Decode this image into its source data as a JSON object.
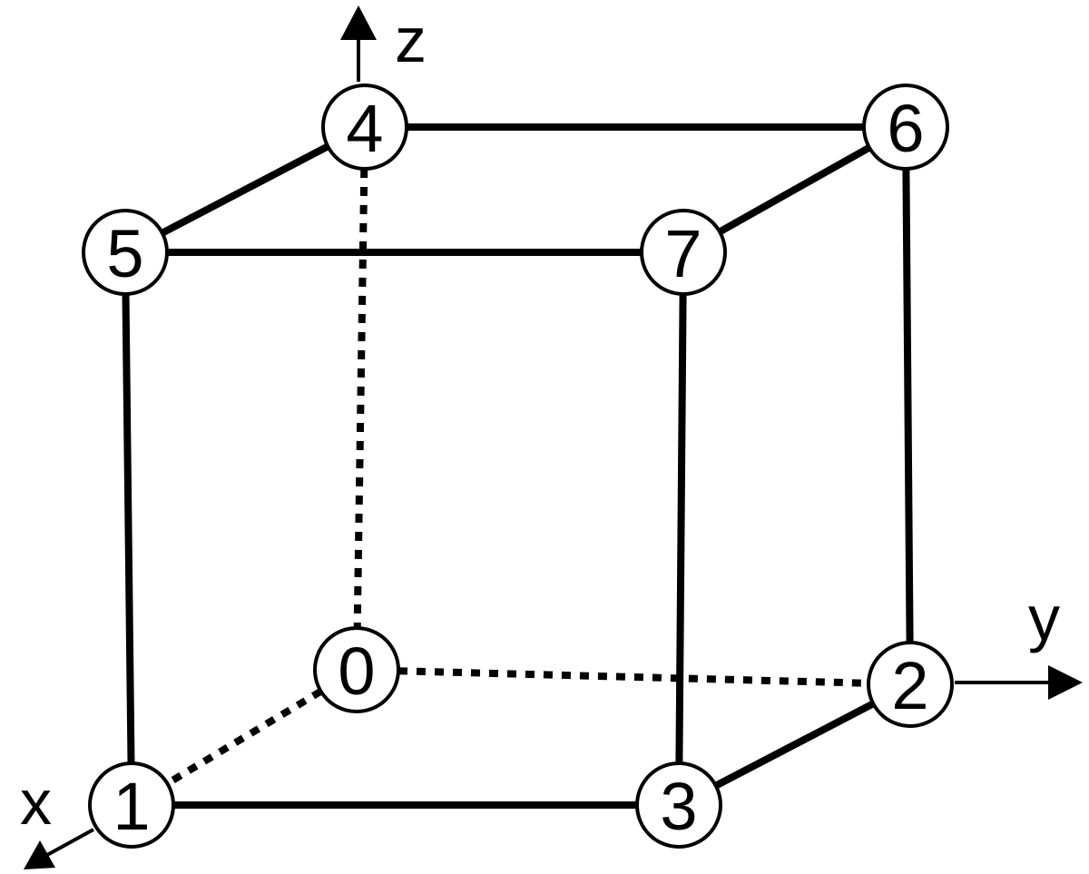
{
  "diagram": {
    "nodes": [
      {
        "id": "0",
        "label": "0"
      },
      {
        "id": "1",
        "label": "1"
      },
      {
        "id": "2",
        "label": "2"
      },
      {
        "id": "3",
        "label": "3"
      },
      {
        "id": "4",
        "label": "4"
      },
      {
        "id": "5",
        "label": "5"
      },
      {
        "id": "6",
        "label": "6"
      },
      {
        "id": "7",
        "label": "7"
      }
    ],
    "edges": [
      {
        "from": "5",
        "to": "4",
        "style": "solid"
      },
      {
        "from": "4",
        "to": "6",
        "style": "solid"
      },
      {
        "from": "5",
        "to": "7",
        "style": "solid"
      },
      {
        "from": "7",
        "to": "6",
        "style": "solid"
      },
      {
        "from": "5",
        "to": "1",
        "style": "solid"
      },
      {
        "from": "7",
        "to": "3",
        "style": "solid"
      },
      {
        "from": "6",
        "to": "2",
        "style": "solid"
      },
      {
        "from": "1",
        "to": "3",
        "style": "solid"
      },
      {
        "from": "3",
        "to": "2",
        "style": "solid"
      },
      {
        "from": "4",
        "to": "0",
        "style": "dotted"
      },
      {
        "from": "0",
        "to": "2",
        "style": "dotted"
      },
      {
        "from": "0",
        "to": "1",
        "style": "dotted"
      }
    ],
    "axes": {
      "x": {
        "label": "x"
      },
      "y": {
        "label": "y"
      },
      "z": {
        "label": "z"
      }
    }
  }
}
